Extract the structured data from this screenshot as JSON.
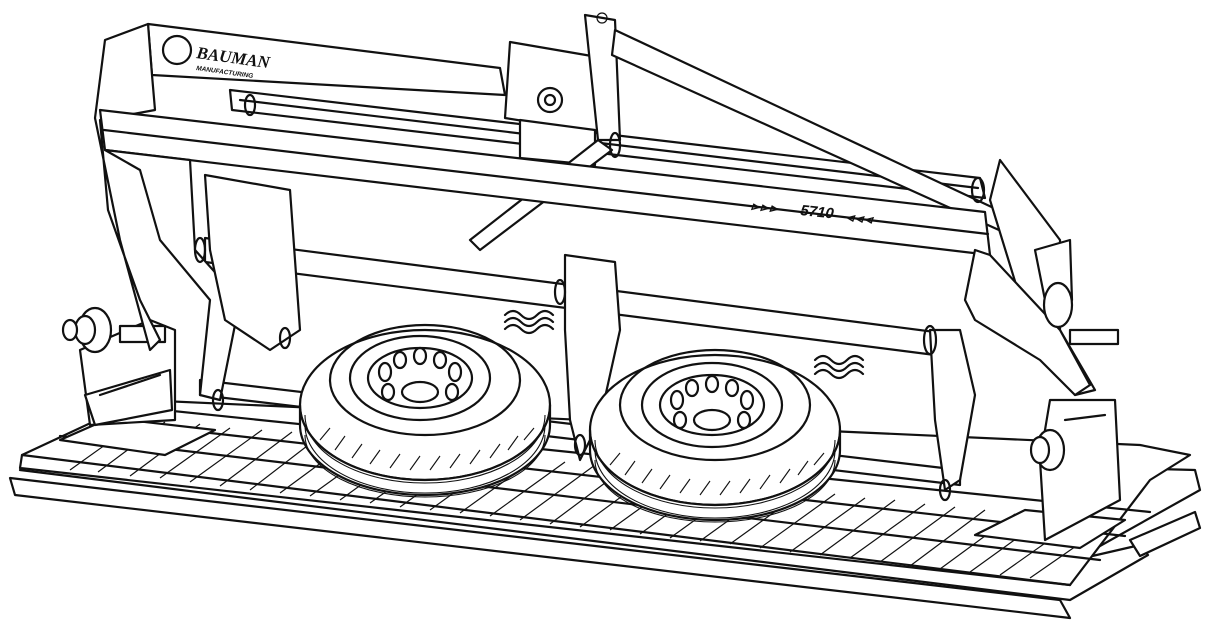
{
  "brand": {
    "name": "BAUMAN",
    "subtitle": "MANUFACTURING"
  },
  "model_plate": {
    "left_arrows": "⊳⊳⊳",
    "model_number": "5710",
    "right_arrows": "⊲⊲⊲"
  },
  "colors": {
    "line": "#111111",
    "background": "#ffffff"
  }
}
